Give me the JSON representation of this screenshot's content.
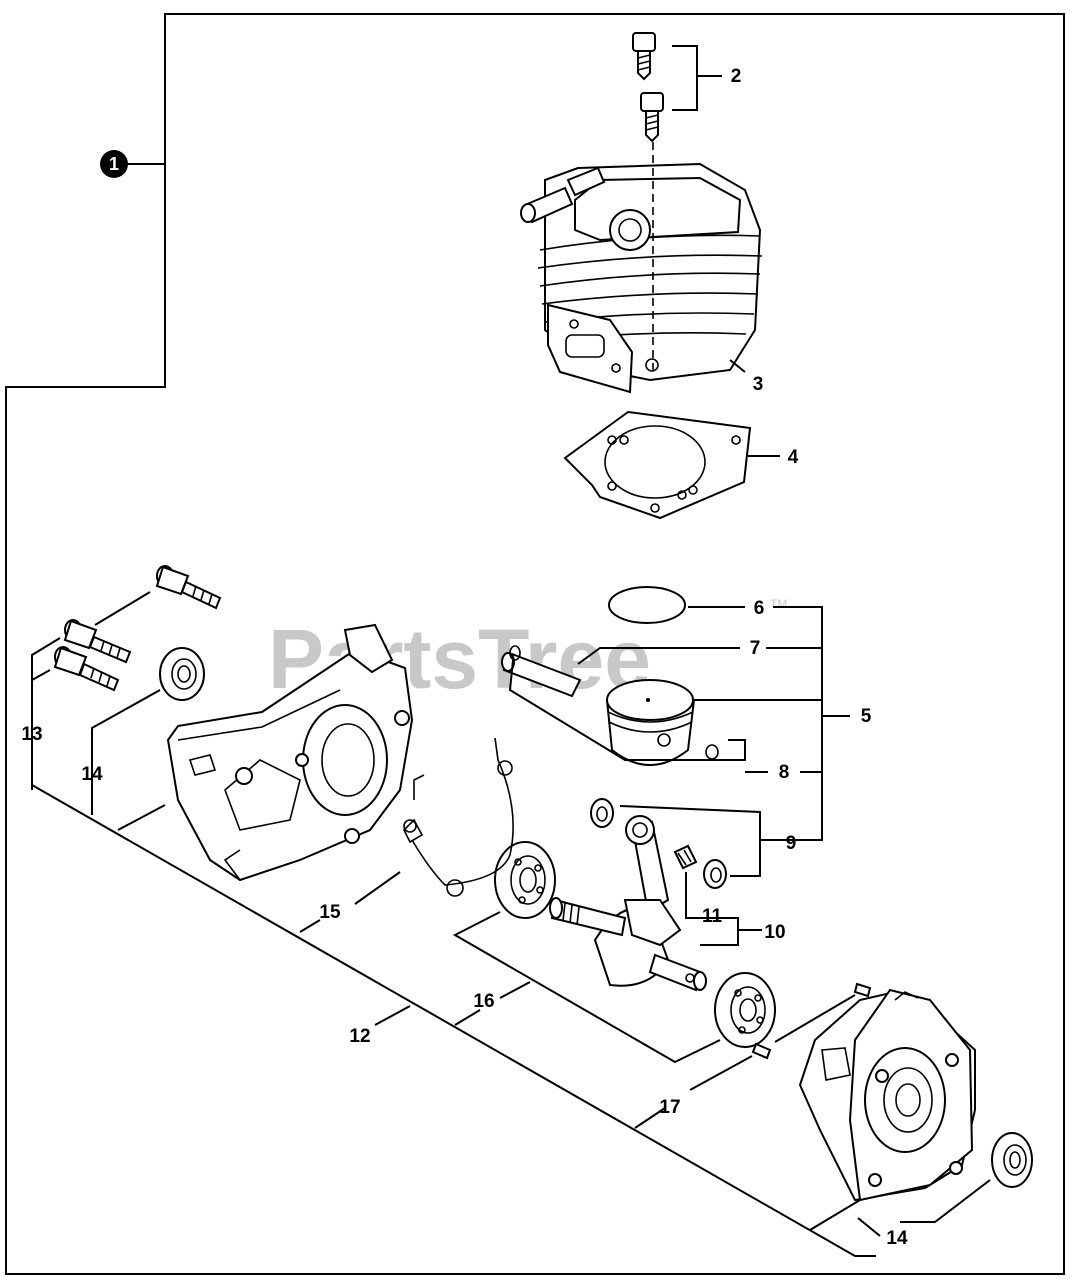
{
  "watermark": {
    "text": "PartsTree",
    "tm": "TM"
  },
  "assembly_badge": "1",
  "callouts": [
    {
      "id": "2",
      "text": "2"
    },
    {
      "id": "3",
      "text": "3"
    },
    {
      "id": "4",
      "text": "4"
    },
    {
      "id": "5",
      "text": "5"
    },
    {
      "id": "6",
      "text": "6"
    },
    {
      "id": "7",
      "text": "7"
    },
    {
      "id": "8",
      "text": "8"
    },
    {
      "id": "9",
      "text": "9"
    },
    {
      "id": "10",
      "text": "10"
    },
    {
      "id": "11",
      "text": "11"
    },
    {
      "id": "12",
      "text": "12"
    },
    {
      "id": "13",
      "text": "13"
    },
    {
      "id": "14a",
      "text": "14"
    },
    {
      "id": "15",
      "text": "15"
    },
    {
      "id": "16",
      "text": "16"
    },
    {
      "id": "17",
      "text": "17"
    },
    {
      "id": "14b",
      "text": "14"
    }
  ]
}
